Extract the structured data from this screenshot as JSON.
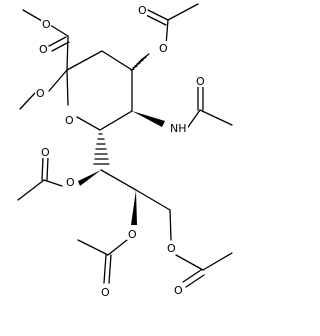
{
  "structure": {
    "atom_labels": {
      "ester_O_single": "O",
      "ester_O_double": "O",
      "methoxy_O": "O",
      "ring_O": "O",
      "c4_acetoxy_O": "O",
      "c4_carbonyl_O": "O",
      "amide_N": "NH",
      "amide_carbonyl_O": "O",
      "c7_acetoxy_O": "O",
      "c7_carbonyl_O": "O",
      "c8_acetoxy_O": "O",
      "c8_carbonyl_O": "O",
      "c9_acetoxy_O": "O",
      "c9_carbonyl_O": "O"
    }
  },
  "colors": {
    "bond": "#000000",
    "text": "#000000",
    "background": "#ffffff"
  }
}
